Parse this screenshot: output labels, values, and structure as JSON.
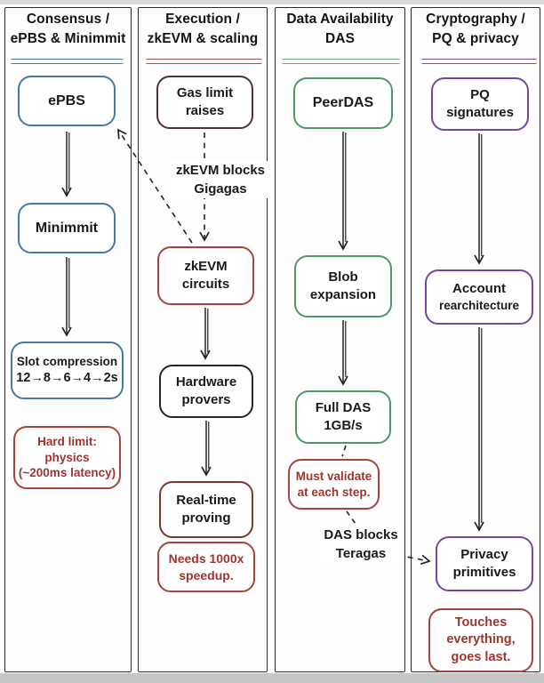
{
  "diagram_title": "Ethereum roadmap swimlane diagram",
  "colors": {
    "consensus_accent": "#4878a8",
    "execution_accent": "#a4453c",
    "data_availability_accent": "#4f9768",
    "cryptography_accent": "#7248a0",
    "note_red": "#9e342e",
    "ink_black": "#232323"
  },
  "consensus": {
    "title1": "Consensus /",
    "title2": "ePBS & Minimmit",
    "epbs": "ePBS",
    "minimmit": "Minimmit",
    "slot1": "Slot compression",
    "slot2": "12→8→6→4→2s",
    "note1": "Hard limit:",
    "note2": "physics",
    "note3": "(~200ms latency)"
  },
  "execution": {
    "title1": "Execution /",
    "title2": "zkEVM & scaling",
    "gas1": "Gas limit",
    "gas2": "raises",
    "blocks_label1": "zkEVM blocks",
    "blocks_label2": "Gigagas",
    "zkevm1": "zkEVM",
    "zkevm2": "circuits",
    "hardware1": "Hardware",
    "hardware2": "provers",
    "realtime1": "Real-time",
    "realtime2": "proving",
    "note1": "Needs 1000x",
    "note2": "speedup."
  },
  "data_availability": {
    "title1": "Data Availability",
    "title2": "DAS",
    "peerdas": "PeerDAS",
    "blob1": "Blob",
    "blob2": "expansion",
    "fulldas1": "Full DAS",
    "fulldas2": "1GB/s",
    "note1": "Must validate",
    "note2": "at each step.",
    "blocks_label1": "DAS blocks",
    "blocks_label2": "Teragas"
  },
  "cryptography": {
    "title1": "Cryptography /",
    "title2": "PQ & privacy",
    "pq1": "PQ",
    "pq2": "signatures",
    "account1": "Account",
    "account2": "rearchitecture",
    "privacy1": "Privacy",
    "privacy2": "primitives",
    "note1": "Touches",
    "note2": "everything,",
    "note3": "goes last."
  }
}
